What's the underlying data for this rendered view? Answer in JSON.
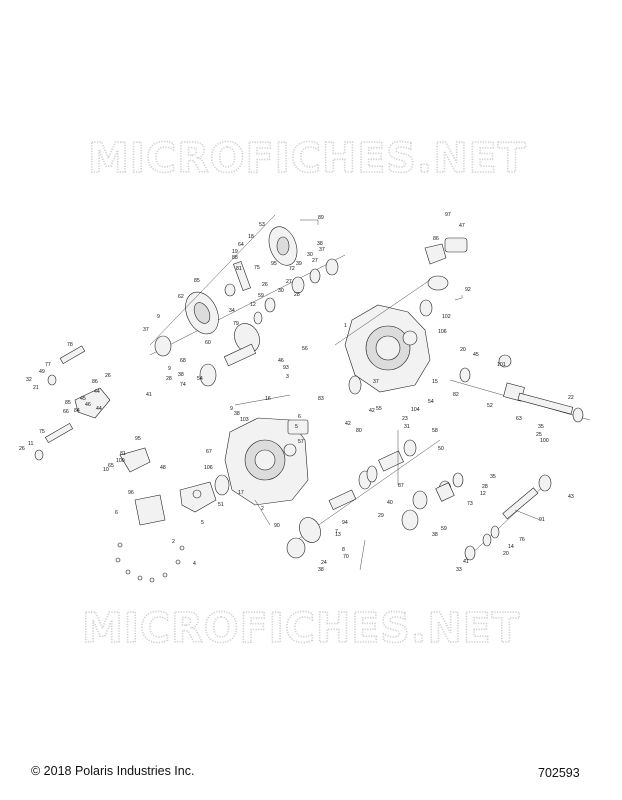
{
  "watermark": {
    "top": "MICROFICHES.NET",
    "bottom": "MICROFICHES.NET"
  },
  "callouts": [
    "89",
    "53",
    "18",
    "64",
    "19",
    "88",
    "95",
    "75",
    "81",
    "38",
    "37",
    "72",
    "27",
    "39",
    "30",
    "85",
    "62",
    "28",
    "59",
    "27",
    "30",
    "12",
    "26",
    "9",
    "34",
    "79",
    "37",
    "60",
    "68",
    "9",
    "38",
    "54",
    "47",
    "97",
    "86",
    "92",
    "102",
    "106",
    "1",
    "37",
    "20",
    "45",
    "15",
    "101",
    "82",
    "52",
    "22",
    "63",
    "35",
    "25",
    "100",
    "78",
    "77",
    "49",
    "32",
    "21",
    "44",
    "86",
    "26",
    "45",
    "85",
    "46",
    "84",
    "66",
    "44",
    "75",
    "11",
    "26",
    "56",
    "46",
    "93",
    "3",
    "16",
    "9",
    "38",
    "103",
    "28",
    "74",
    "41",
    "57",
    "5",
    "83",
    "6",
    "42",
    "80",
    "42",
    "55",
    "104",
    "54",
    "23",
    "31",
    "58",
    "50",
    "35",
    "28",
    "12",
    "73",
    "87",
    "40",
    "29",
    "67",
    "106",
    "17",
    "2",
    "96",
    "95",
    "10",
    "65",
    "81",
    "100",
    "48",
    "51",
    "6",
    "5",
    "2",
    "90",
    "94",
    "7",
    "8",
    "70",
    "13",
    "24",
    "38",
    "4",
    "59",
    "38",
    "43",
    "91",
    "76",
    "14",
    "20",
    "41",
    "33"
  ],
  "footer": {
    "copyright": "© 2018 Polaris Industries Inc.",
    "figure_number": "702593"
  }
}
